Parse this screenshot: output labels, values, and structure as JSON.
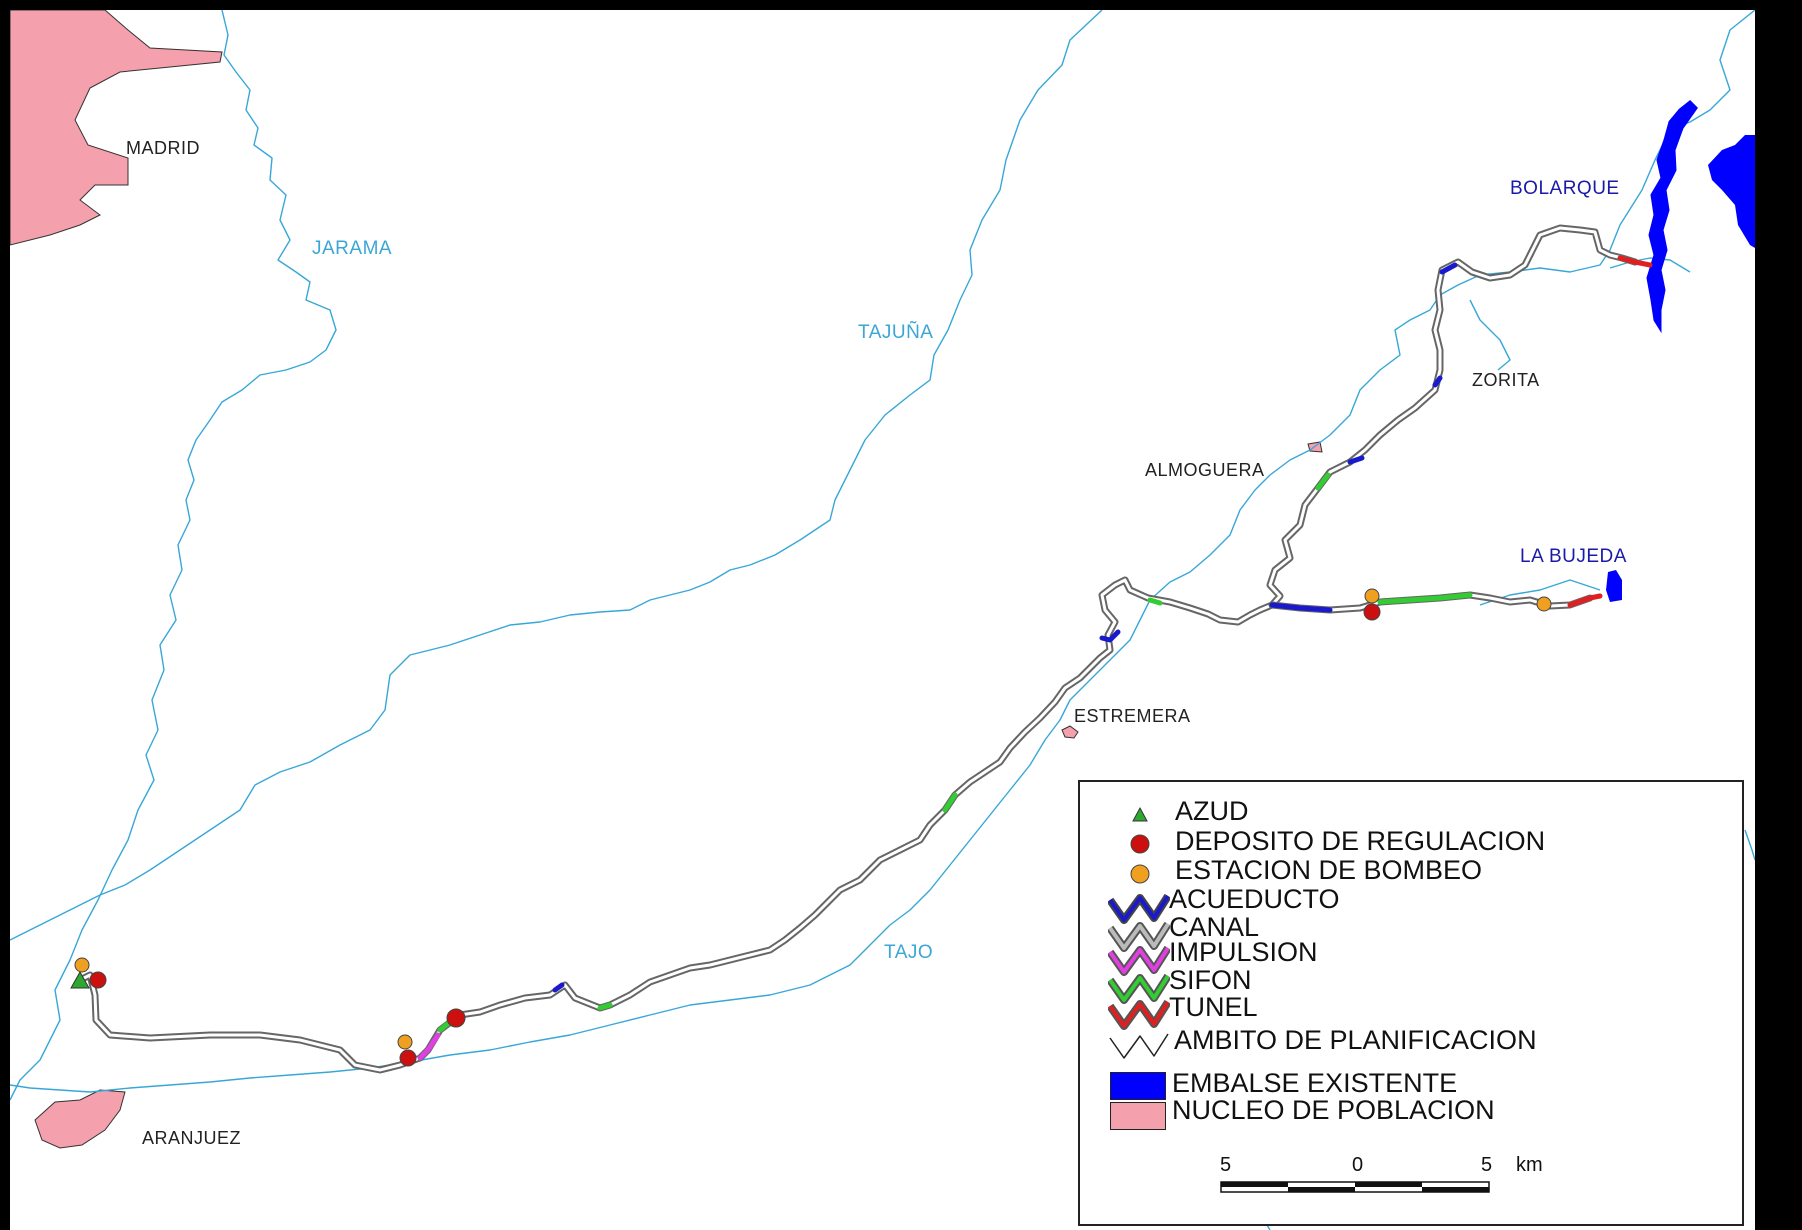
{
  "places": {
    "madrid": "MADRID",
    "aranjuez": "ARANJUEZ",
    "almoguera": "ALMOGUERA",
    "estremera": "ESTREMERA",
    "zorita": "ZORITA"
  },
  "rivers": {
    "jarama": "JARAMA",
    "tajuna": "TAJUÑA",
    "tajo": "TAJO"
  },
  "reservoirs": {
    "bolarque": "BOLARQUE",
    "la_bujeda": "LA BUJEDA"
  },
  "legend": {
    "items": [
      {
        "label": "AZUD",
        "symbol": "green-triangle"
      },
      {
        "label": "DEPOSITO DE REGULACION",
        "symbol": "red-circle"
      },
      {
        "label": "ESTACION DE BOMBEO",
        "symbol": "orange-circle"
      },
      {
        "label": "ACUEDUCTO",
        "symbol": "blue-zigzag"
      },
      {
        "label": "CANAL",
        "symbol": "gray-zigzag"
      },
      {
        "label": "IMPULSION",
        "symbol": "magenta-zigzag"
      },
      {
        "label": "SIFON",
        "symbol": "green-zigzag"
      },
      {
        "label": "TUNEL",
        "symbol": "red-zigzag"
      },
      {
        "label": "AMBITO DE PLANIFICACION",
        "symbol": "black-zigzag"
      },
      {
        "label": "EMBALSE EXISTENTE",
        "symbol": "blue-box"
      },
      {
        "label": "NUCLEO DE POBLACION",
        "symbol": "pink-box"
      }
    ],
    "scale": {
      "left": "5",
      "center": "0",
      "right": "5",
      "unit": "km"
    }
  },
  "colors": {
    "river": "#38a7d8",
    "reservoir": "#0000ff",
    "town": "#f4a0ad",
    "acueducto": "#1a1acc",
    "canal": "#8a8a8a",
    "impulsion": "#e040e0",
    "sifon": "#33cc33",
    "tunel": "#e02020",
    "azud": "#2ea82e",
    "deposito": "#cc1010",
    "bombeo": "#f0a020"
  }
}
